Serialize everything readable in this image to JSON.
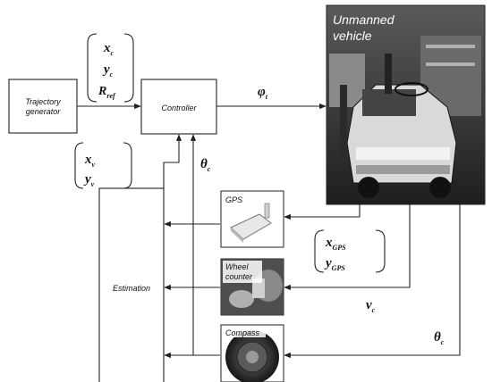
{
  "blocks": {
    "trajectory_generator": [
      "Trajectory",
      "generator"
    ],
    "controller": "Controller",
    "estimation": "Estimation",
    "vehicle": [
      "Unmanned",
      "vehicle"
    ],
    "gps": "GPS",
    "wheel_counter": [
      "Wheel",
      "counter"
    ],
    "compass": "Compass"
  },
  "signals": {
    "xc": {
      "base": "x",
      "sub": "c"
    },
    "yc": {
      "base": "y",
      "sub": "c"
    },
    "rref": {
      "base": "R",
      "sub": "ref"
    },
    "xv": {
      "base": "x",
      "sub": "v"
    },
    "yv": {
      "base": "y",
      "sub": "v"
    },
    "phi": {
      "base": "φ",
      "sub": "t"
    },
    "theta_ctrl": {
      "base": "θ",
      "sub": "c"
    },
    "xgps": {
      "base": "x",
      "sub": "GPS"
    },
    "ygps": {
      "base": "y",
      "sub": "GPS"
    },
    "vc": {
      "base": "v",
      "sub": "c"
    },
    "theta_out": {
      "base": "θ",
      "sub": "c"
    }
  },
  "icons": [
    "unmanned-vehicle-photo",
    "gps-device-photo",
    "wheel-counter-photo",
    "compass-photo"
  ]
}
